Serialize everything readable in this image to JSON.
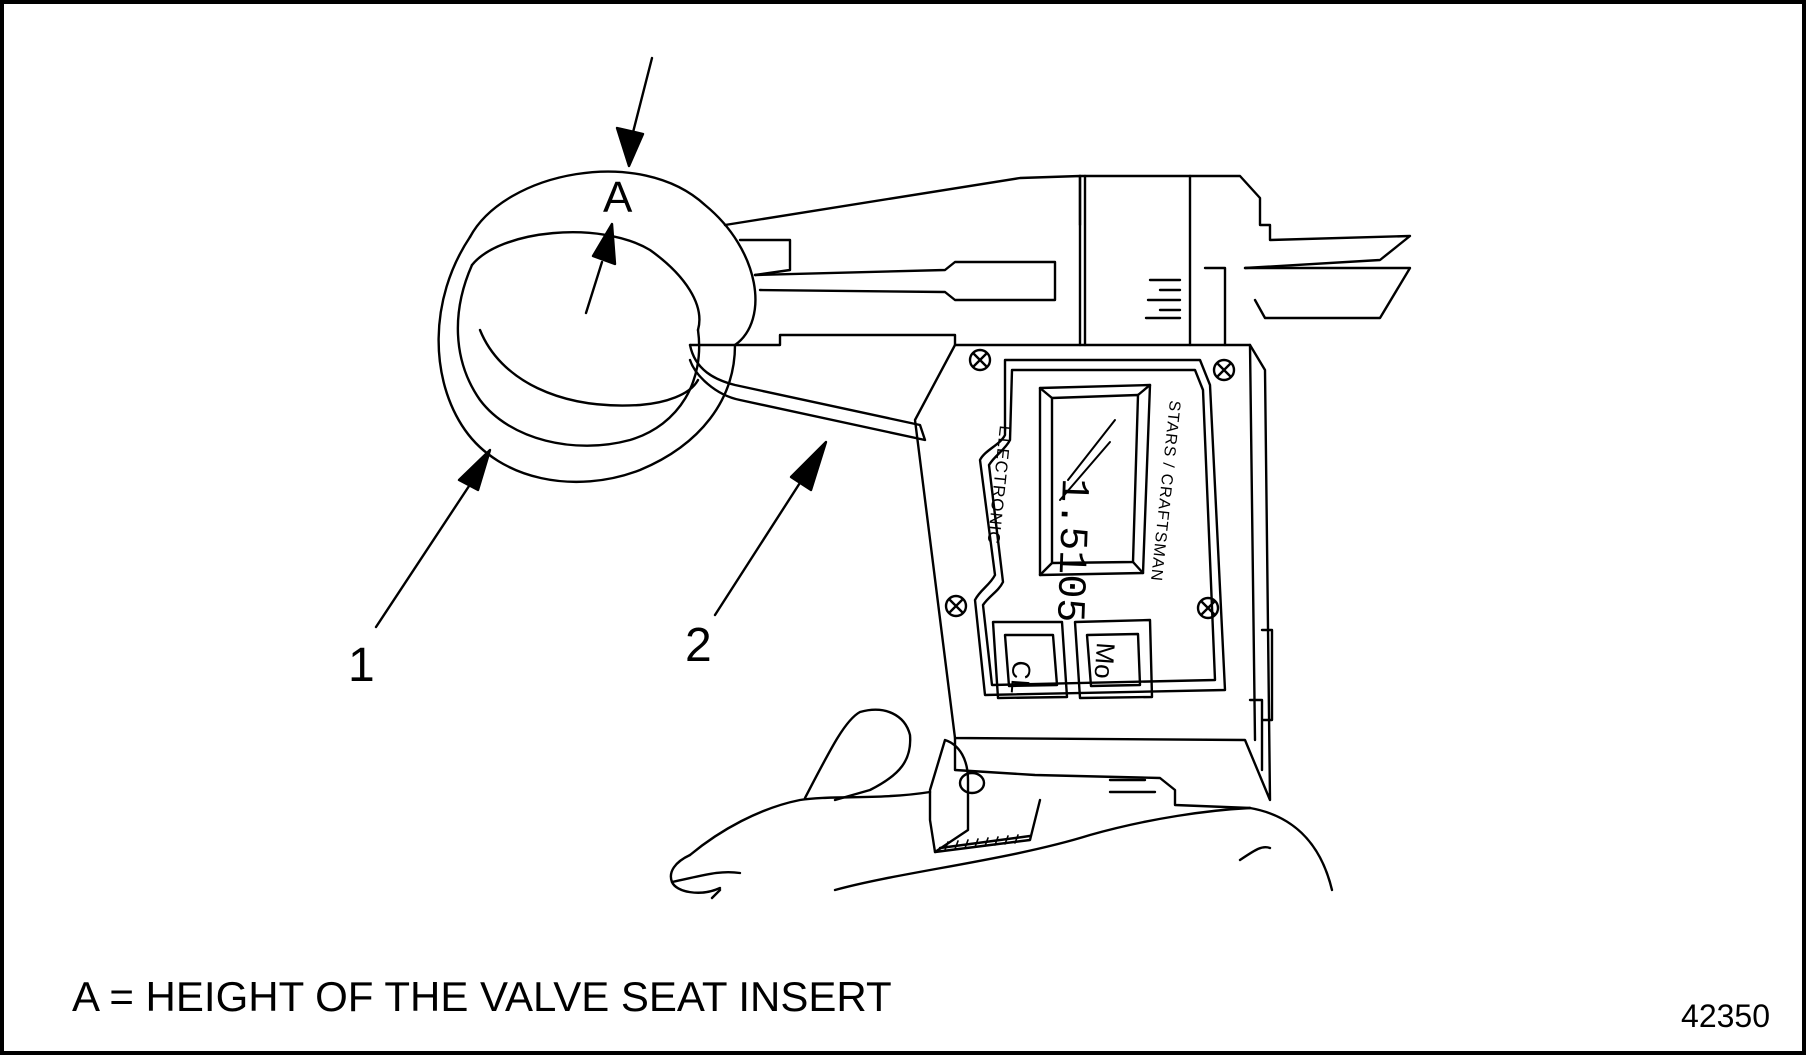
{
  "diagram": {
    "callouts": {
      "dimension": "A",
      "item_1": "1",
      "item_2": "2"
    },
    "caliper_display": {
      "brand_left": "ELECTRONIC",
      "brand_right": "STARS / CRAFTSMAN",
      "reading": "1.5105",
      "button_clear": "CL",
      "button_mode": "Mo"
    },
    "caption": "A = HEIGHT OF THE VALVE SEAT INSERT",
    "figure_number": "42350"
  },
  "style": {
    "line_color": "#000000",
    "background": "#ffffff"
  }
}
